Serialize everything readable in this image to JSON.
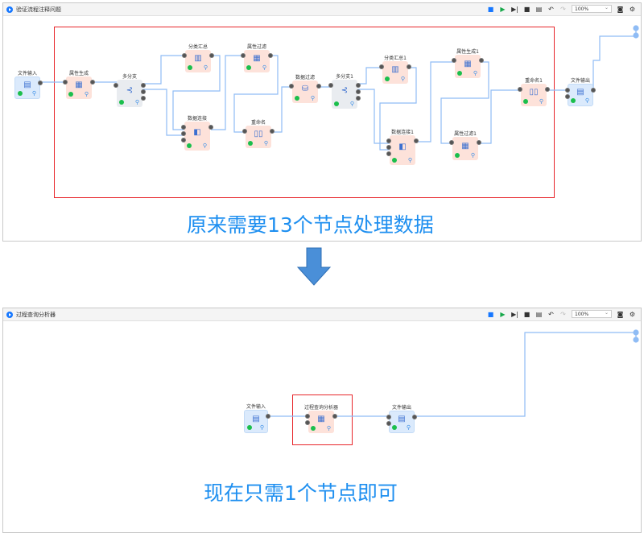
{
  "top_window": {
    "title": "验证流程注释问题",
    "zoom": "100%"
  },
  "bottom_window": {
    "title": "过程查询分析器",
    "zoom": "100%"
  },
  "toolbar_icons": [
    "save-icon",
    "run-icon",
    "step-run-icon",
    "stop-icon",
    "log-icon",
    "undo-icon",
    "redo-icon",
    "camera-icon",
    "settings-icon"
  ],
  "top_nodes": [
    {
      "label": "文件输入",
      "type": "input",
      "color": "blue"
    },
    {
      "label": "属性生成",
      "type": "attr-gen",
      "color": "pink"
    },
    {
      "label": "多分支",
      "type": "branch",
      "color": "gray"
    },
    {
      "label": "分类汇总",
      "type": "aggregate",
      "color": "pink"
    },
    {
      "label": "属性过滤",
      "type": "attr-filter",
      "color": "pink"
    },
    {
      "label": "数据过滤",
      "type": "data-filter",
      "color": "pink"
    },
    {
      "label": "多分支1",
      "type": "branch",
      "color": "gray"
    },
    {
      "label": "分类汇总1",
      "type": "aggregate",
      "color": "pink"
    },
    {
      "label": "属性生成1",
      "type": "attr-gen",
      "color": "pink"
    },
    {
      "label": "重命名1",
      "type": "rename",
      "color": "pink"
    },
    {
      "label": "文件输出",
      "type": "output",
      "color": "blue"
    },
    {
      "label": "数据连接",
      "type": "join",
      "color": "pink"
    },
    {
      "label": "重命名",
      "type": "rename",
      "color": "pink"
    },
    {
      "label": "数据连接1",
      "type": "join",
      "color": "pink"
    },
    {
      "label": "属性过滤1",
      "type": "attr-filter",
      "color": "pink"
    }
  ],
  "bottom_nodes": [
    {
      "label": "文件输入",
      "type": "input",
      "color": "blue"
    },
    {
      "label": "过程查询分析器",
      "type": "process-query",
      "color": "pink"
    },
    {
      "label": "文件输出",
      "type": "output",
      "color": "blue"
    }
  ],
  "captions": {
    "before": "原来需要13个节点处理数据",
    "after": "现在只需1个节点即可"
  },
  "colors": {
    "accent": "#1e8ff0",
    "highlight": "#e8262b",
    "edge": "#8fbcf5"
  }
}
